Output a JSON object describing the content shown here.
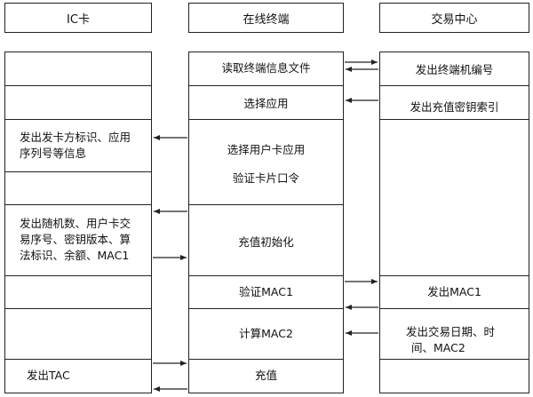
{
  "headers": {
    "ic_card": "IC卡",
    "terminal": "在线终端",
    "center": "交易中心"
  },
  "ic_card": {
    "issuer_info": "发出发卡方标识、应用序列号等信息",
    "issuer_info_l1": "发出发卡方标识、应用",
    "issuer_info_l2": "序列号等信息",
    "random_l1": "发出随机数、用户卡交",
    "random_l2": "易序号、密钥版本、算",
    "random_l3": "法标识、余额、MAC1",
    "tac": "发出TAC"
  },
  "terminal": {
    "read_file": "读取终端信息文件",
    "select_app": "选择应用",
    "select_user_app": "选择用户卡应用",
    "verify_pin": "验证卡片口令",
    "init_recharge": "充值初始化",
    "verify_mac1": "验证MAC1",
    "calc_mac2": "计算MAC2",
    "recharge": "充值"
  },
  "center": {
    "terminal_no": "发出终端机编号",
    "key_index": "发出充值密钥索引",
    "mac1": "发出MAC1",
    "datetime_l1": "发出交易日期、时",
    "datetime_l2": "间、MAC2"
  }
}
